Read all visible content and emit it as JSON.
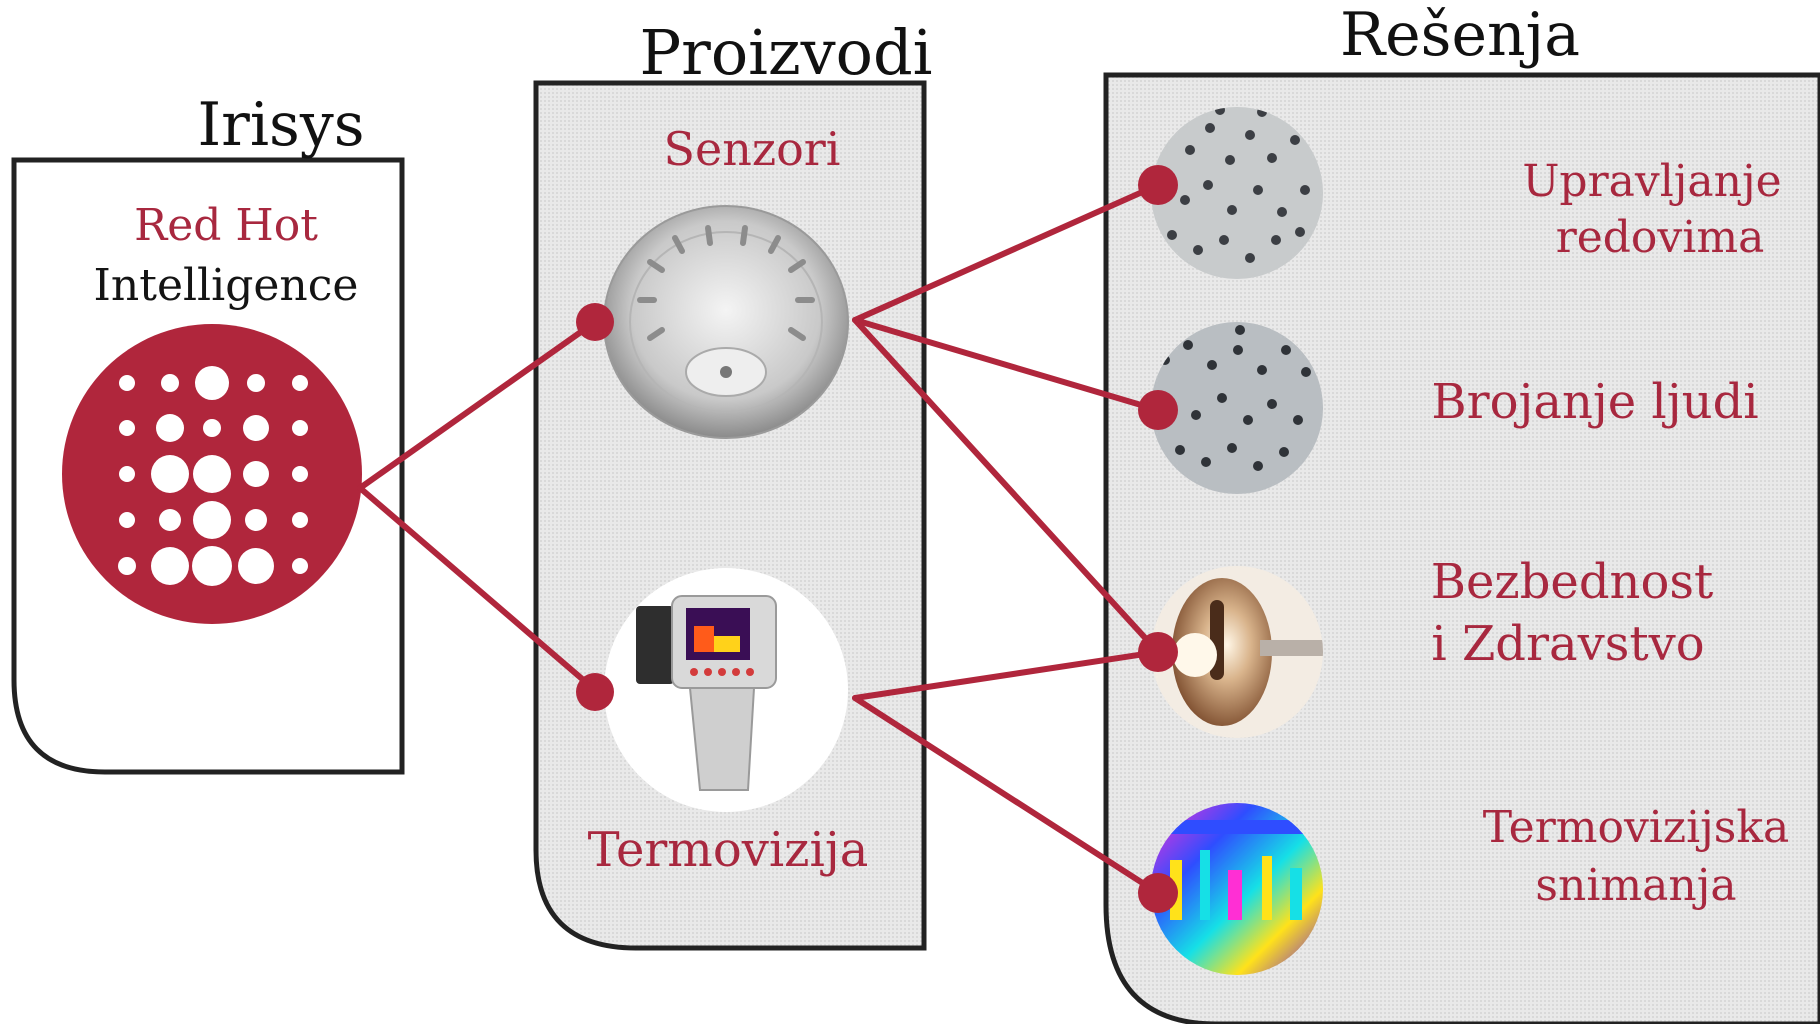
{
  "columns": {
    "irisys": {
      "heading": "Irisys",
      "brand_line1": "Red Hot",
      "brand_line2": "Intelligence"
    },
    "proizvodi": {
      "heading": "Proizvodi",
      "top_label": "Senzori",
      "bottom_label": "Termovizija"
    },
    "resenja": {
      "heading": "Rešenja",
      "items": [
        {
          "line1": "Upravljanje",
          "line2": "redovima"
        },
        {
          "line1": "Brojanje ljudi",
          "line2": ""
        },
        {
          "line1": "Bezbednost",
          "line2": "i Zdravstvo"
        },
        {
          "line1": "Termovizijska",
          "line2": "snimanja"
        }
      ]
    }
  },
  "icons": {
    "logo": "irisys-dot-logo-icon",
    "sensor": "ceiling-sensor-icon",
    "camera": "thermal-camera-icon",
    "crowd": "crowd-photo-icon",
    "key": "key-in-lock-icon",
    "thermal": "thermal-image-icon"
  },
  "colors": {
    "accent_red": "#a8283f",
    "connector_red": "#b0263c",
    "panel_fill": "#e6e6e6",
    "outline": "#222222"
  }
}
